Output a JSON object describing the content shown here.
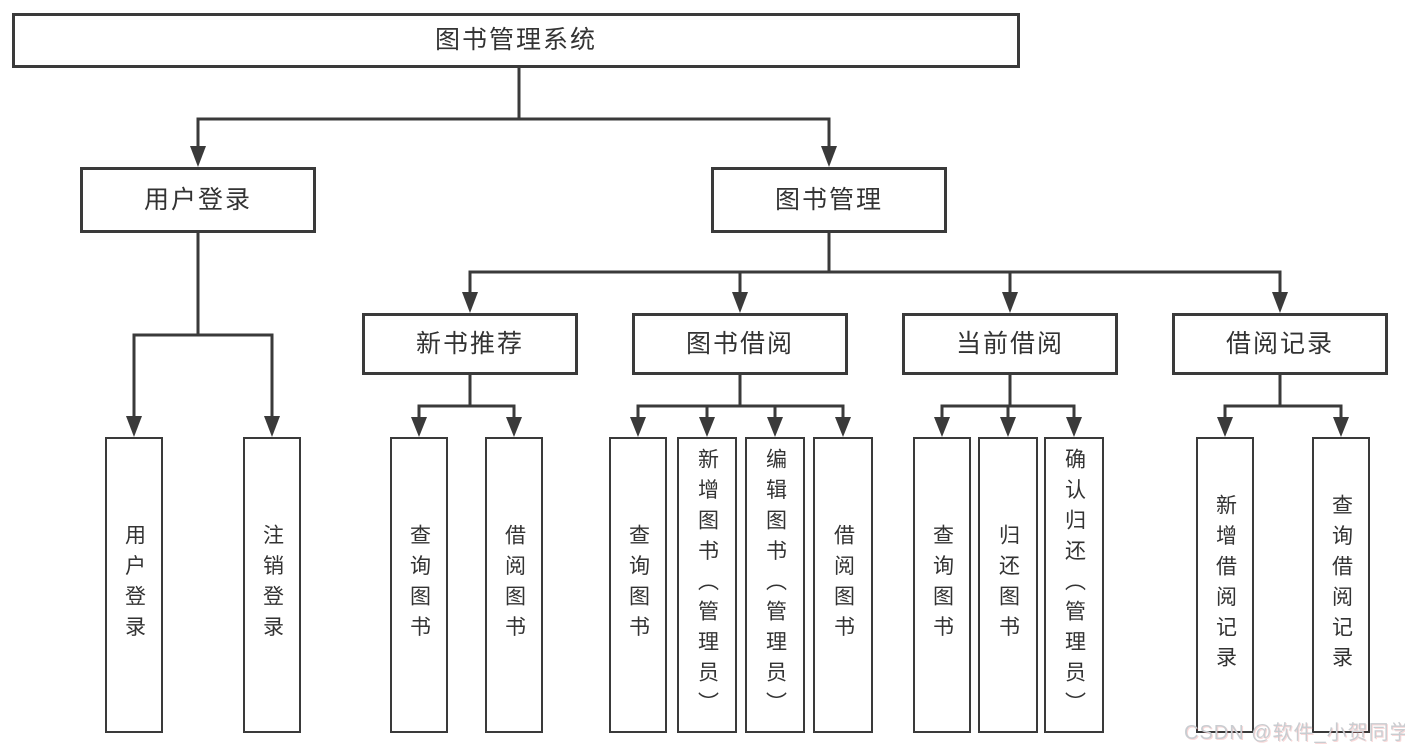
{
  "diagram": {
    "nodes": {
      "root": "图书管理系统",
      "user_login": "用户登录",
      "book_mgmt": "图书管理",
      "new_books": "新书推荐",
      "book_borrow": "图书借阅",
      "current_borrow": "当前借阅",
      "borrow_records": "借阅记录",
      "leaves": {
        "login_1": "用户登录",
        "login_2": "注销登录",
        "new_1": "查询图书",
        "new_2": "借阅图书",
        "borrow_1": "查询图书",
        "borrow_2": "新增图书（管理员）",
        "borrow_3": "编辑图书（管理员）",
        "borrow_4": "借阅图书",
        "current_1": "查询图书",
        "current_2": "归还图书",
        "current_3": "确认归还（管理员）",
        "records_1": "新增借阅记录",
        "records_2": "查询借阅记录"
      }
    },
    "colors": {
      "line": "#3a3a3a",
      "text": "#333333",
      "background": "#ffffff",
      "watermark": "#c9cdd1"
    }
  },
  "watermark": {
    "text": "CSDN @软件_小贺同学"
  }
}
